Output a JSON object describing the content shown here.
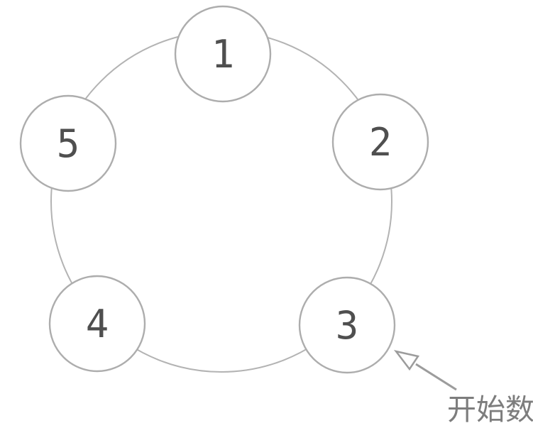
{
  "diagram": {
    "type": "counting-circle",
    "nodes": [
      {
        "id": 1,
        "label": "1"
      },
      {
        "id": 2,
        "label": "2"
      },
      {
        "id": 3,
        "label": "3"
      },
      {
        "id": 4,
        "label": "4"
      },
      {
        "id": 5,
        "label": "5"
      }
    ],
    "annotation": {
      "label": "开始数",
      "points_to_node": "3"
    },
    "colors": {
      "background": "#ffffff",
      "ring_stroke": "#b3b3b3",
      "node_stroke": "#adadad",
      "node_fill": "#ffffff",
      "number_text": "#4f4f4f",
      "arrow": "#9c9c9c",
      "annotation_text": "#7d7d7d"
    }
  }
}
